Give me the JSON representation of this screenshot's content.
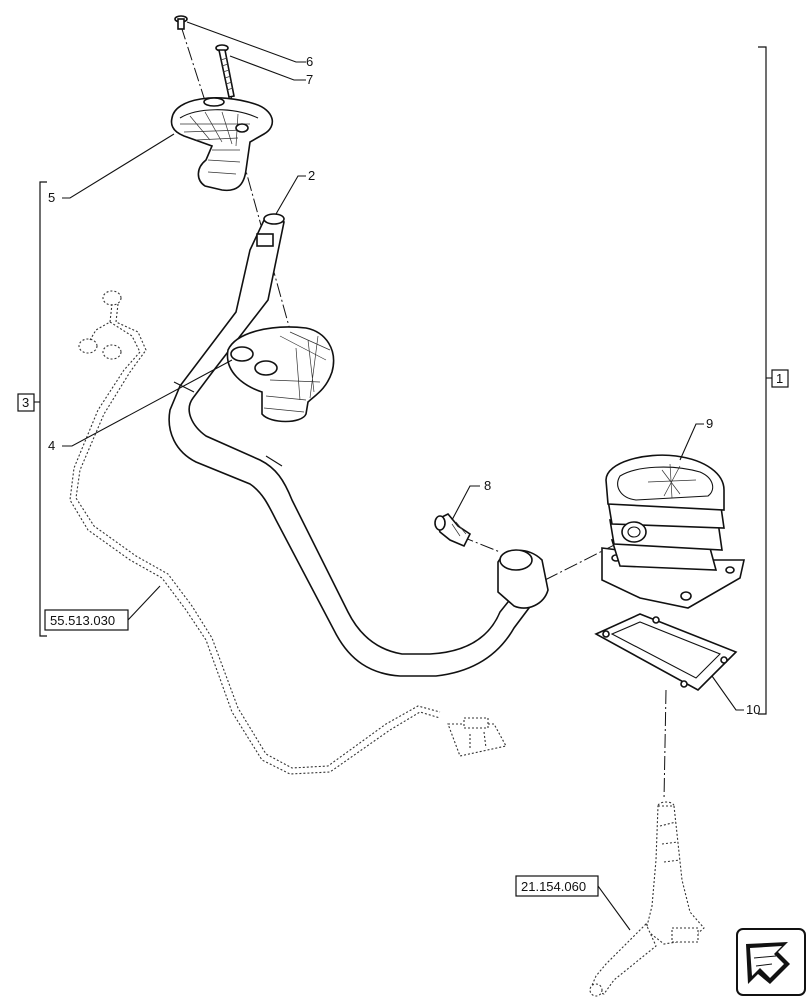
{
  "callouts": {
    "c1": "1",
    "c2": "2",
    "c3": "3",
    "c4": "4",
    "c5": "5",
    "c6": "6",
    "c7": "7",
    "c8": "8",
    "c9": "9",
    "c10": "10"
  },
  "references": {
    "harness": "55.513.030",
    "lever_base": "21.154.060"
  }
}
